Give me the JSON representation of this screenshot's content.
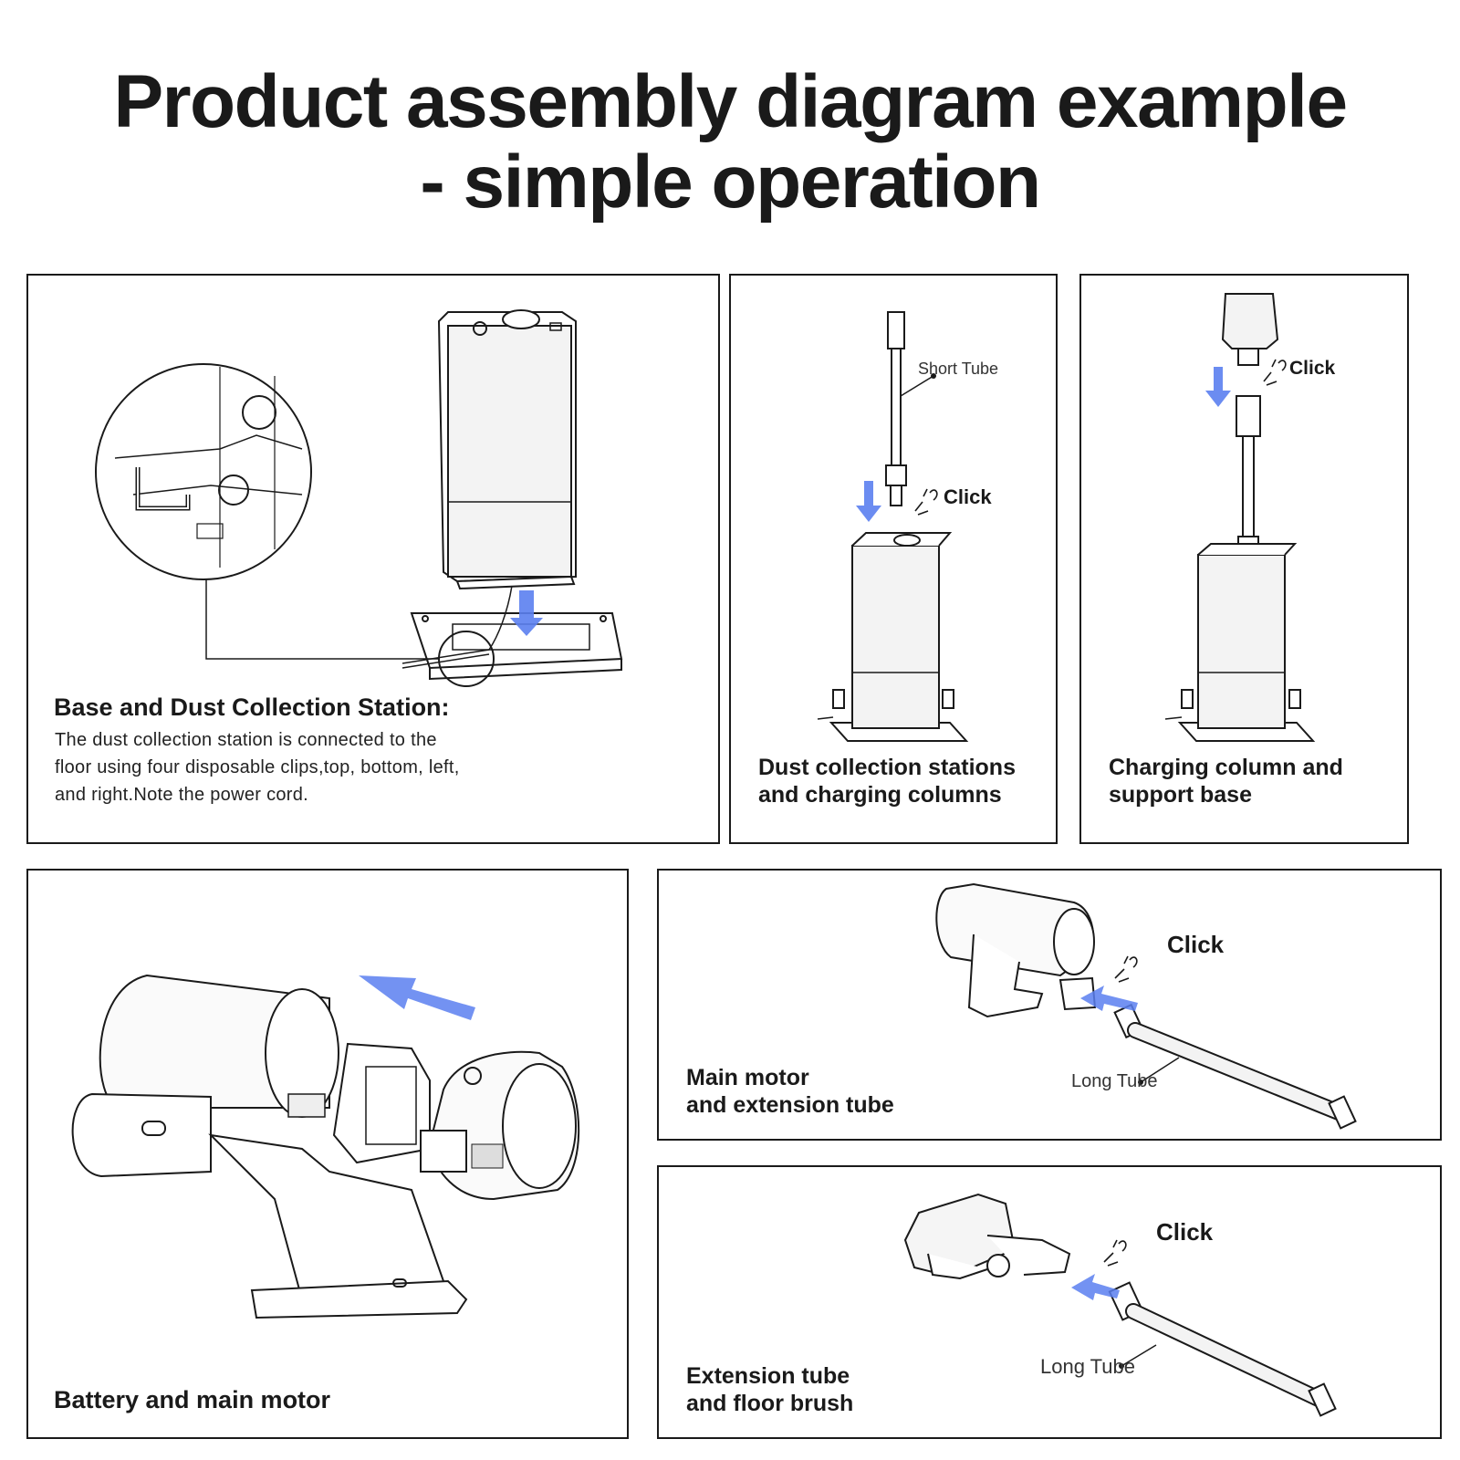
{
  "title": {
    "line1": "Product assembly diagram example",
    "line2": "- simple operation"
  },
  "accent_color": "#5b7ff0",
  "panels": {
    "base_station": {
      "heading": "Base and Dust Collection Station:",
      "description": [
        "The dust collection station is connected to the",
        "floor using four disposable clips,top, bottom, left,",
        "and right.Note the power cord."
      ]
    },
    "dust_collection": {
      "heading": [
        "Dust collection stations",
        "and charging columns"
      ],
      "part_label": "Short Tube",
      "click_label": "Click"
    },
    "charging_column": {
      "heading": [
        "Charging column and",
        "support base"
      ],
      "click_label": "Click"
    },
    "battery_motor": {
      "heading": "Battery and main motor"
    },
    "motor_tube": {
      "heading": [
        "Main motor",
        "and extension tube"
      ],
      "part_label": "Long Tube",
      "click_label": "Click"
    },
    "tube_brush": {
      "heading": [
        "Extension tube",
        "and floor brush"
      ],
      "part_label": "Long Tube",
      "click_label": "Click"
    }
  }
}
